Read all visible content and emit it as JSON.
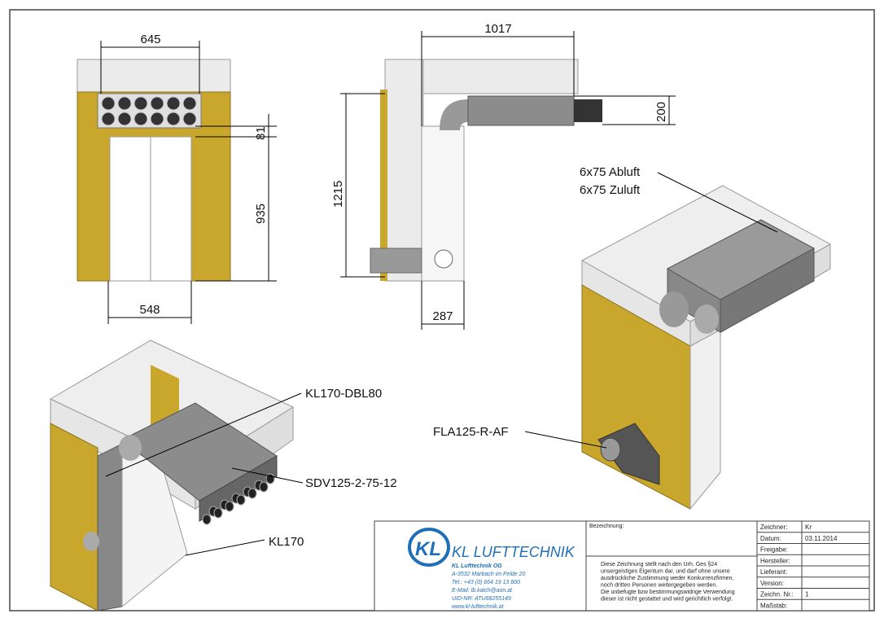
{
  "dimensions": {
    "front_width_top": "645",
    "front_height_grille": "81",
    "front_height_door": "935",
    "front_width_bottom": "548",
    "side_depth_top": "1017",
    "side_duct_height": "200",
    "side_total_height": "1215",
    "side_unit_depth": "287"
  },
  "labels": {
    "abluft": "6x75 Abluft",
    "zuluft": "6x75 Zuluft",
    "kl170_dbl80": "KL170-DBL80",
    "sdv": "SDV125-2-75-12",
    "fla": "FLA125-R-AF",
    "kl170": "KL170"
  },
  "title_block": {
    "company_logo": "KL LUFTTECHNIK",
    "company_name": "KL Lufttechnik OG",
    "address": "A-3532 Marbach im Felde 20",
    "phone": "Tel.: +43 (0) 664 19 13 800",
    "email": "E-Mail: lb.kalch@aon.at",
    "uid": "UID-NR: ATU68255149",
    "web": "www.kl-lufttechnik.at",
    "bezeichnung_label": "Bezeichnung:",
    "notice": [
      "Diese Zeichnung stellt nach den Urh. Ges §24",
      "unsergeistiges Eigentum dar, und darf ohne unsere",
      "ausdrückliche Zustimmung weder Konkurrenzfirmen,",
      "noch dritten Personen weitergegeben werden.",
      "Die unbefugte bzw bestimmungswidrige Verwendung",
      "dieser ist nicht gestattet und wird gerichtlich verfolgt."
    ],
    "fields": [
      {
        "label": "Zeichner:",
        "value": "Kr"
      },
      {
        "label": "Datum:",
        "value": "03.11.2014"
      },
      {
        "label": "Freigabe:",
        "value": ""
      },
      {
        "label": "Hersteller:",
        "value": ""
      },
      {
        "label": "Lieferant:",
        "value": ""
      },
      {
        "label": "Version:",
        "value": ""
      },
      {
        "label": "Zeichn. Nr.:",
        "value": "1"
      },
      {
        "label": "Maßstab:",
        "value": ""
      }
    ]
  },
  "colors": {
    "yellow": "#c9a62c",
    "gray_box": "#e6e6e6",
    "duct": "#8a8a8a",
    "logo_blue": "#1f6fb8"
  }
}
